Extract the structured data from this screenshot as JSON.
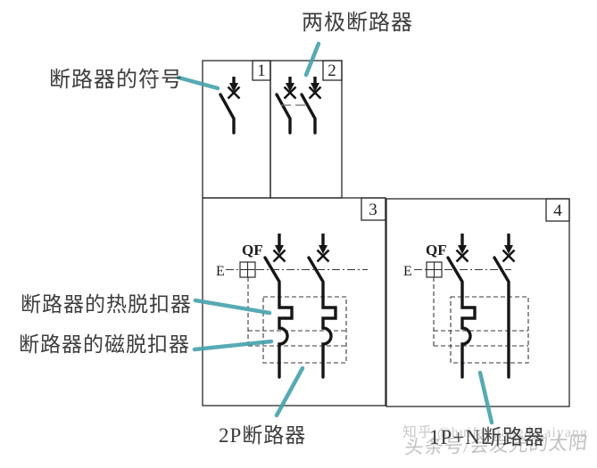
{
  "labels": {
    "breaker_symbol": "断路器的符号",
    "two_pole_breaker": "两极断路器",
    "thermal_trip": "断路器的热脱扣器",
    "magnetic_trip": "断路器的磁脱扣器",
    "breaker_2p": "2P断路器",
    "breaker_1pn": "1P+N断路器"
  },
  "panels": [
    {
      "number": "1"
    },
    {
      "number": "2"
    },
    {
      "number": "3",
      "device_label": "QF",
      "earth_label": "E"
    },
    {
      "number": "4",
      "device_label": "QF",
      "earth_label": "E"
    }
  ],
  "watermark": {
    "line1": "知乎 @huifaguangdetaiyang",
    "line2": "头条号/会发光的太阳"
  },
  "colors": {
    "annotation_arrow": "#49a3ad",
    "ink": "#161616",
    "watermark_gray": "#c2c1c1"
  }
}
